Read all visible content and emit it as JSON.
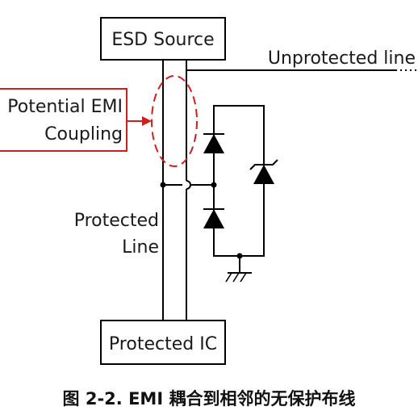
{
  "source_box": {
    "label": "ESD Source"
  },
  "ic_box": {
    "label": "Protected IC"
  },
  "unprotected_line": {
    "label": "Unprotected line"
  },
  "emi_callout": {
    "line1": "Potential EMI",
    "line2": "Coupling"
  },
  "protected_line": {
    "line1": "Protected",
    "line2": "Line"
  },
  "caption": "图 2-2. EMI 耦合到相邻的无保护布线",
  "colors": {
    "line": "#000000",
    "emi": "#cc1f1f"
  }
}
